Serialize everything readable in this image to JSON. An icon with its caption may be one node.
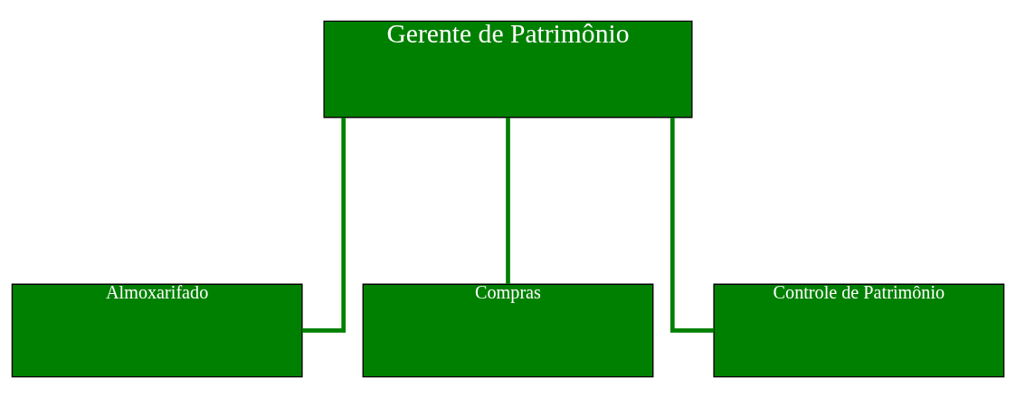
{
  "diagram": {
    "nodes": [
      {
        "text": [
          "Gerente de Patrimônio"
        ]
      },
      {
        "text": [
          "Almoxarifado"
        ]
      },
      {
        "text": [
          "Compras"
        ]
      },
      {
        "text": [
          "Controle de Patrimônio"
        ]
      }
    ],
    "edges": [
      {
        "from": 0,
        "to": 1,
        "arrow": "none"
      },
      {
        "from": 0,
        "to": 2,
        "arrow": "none"
      },
      {
        "from": 0,
        "to": 3,
        "arrow": "none"
      }
    ]
  }
}
